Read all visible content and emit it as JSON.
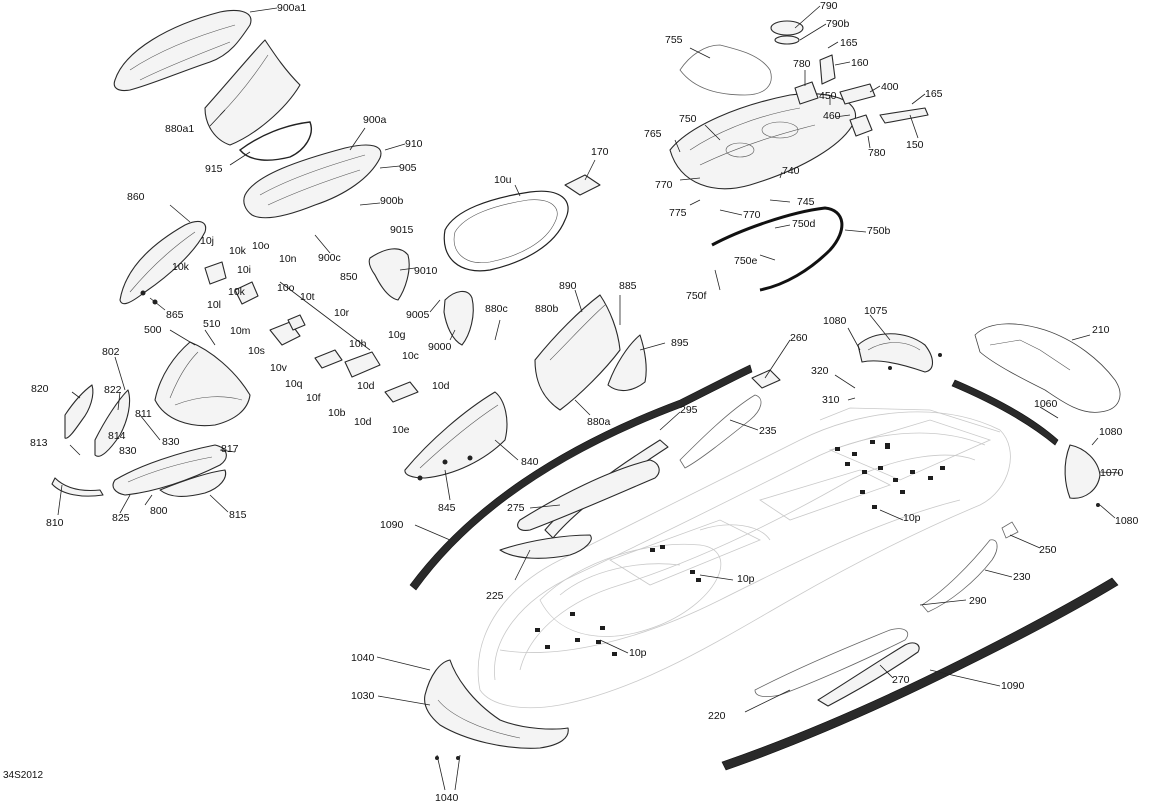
{
  "diagram_code": "34S2012",
  "labels": [
    {
      "id": "l-900a1",
      "text": "900a1"
    },
    {
      "id": "l-880a1",
      "text": "880a1"
    },
    {
      "id": "l-915",
      "text": "915"
    },
    {
      "id": "l-900a",
      "text": "900a"
    },
    {
      "id": "l-910",
      "text": "910"
    },
    {
      "id": "l-905",
      "text": "905"
    },
    {
      "id": "l-900b",
      "text": "900b"
    },
    {
      "id": "l-900c",
      "text": "900c"
    },
    {
      "id": "l-860",
      "text": "860"
    },
    {
      "id": "l-865",
      "text": "865"
    },
    {
      "id": "l-10j",
      "text": "10j"
    },
    {
      "id": "l-10k-a",
      "text": "10k"
    },
    {
      "id": "l-10k-b",
      "text": "10k"
    },
    {
      "id": "l-10k-c",
      "text": "10k"
    },
    {
      "id": "l-10i",
      "text": "10i"
    },
    {
      "id": "l-10l",
      "text": "10l"
    },
    {
      "id": "l-10o-a",
      "text": "10o"
    },
    {
      "id": "l-10n",
      "text": "10n"
    },
    {
      "id": "l-10o-b",
      "text": "10o"
    },
    {
      "id": "l-10m",
      "text": "10m"
    },
    {
      "id": "l-10t",
      "text": "10t"
    },
    {
      "id": "l-10s",
      "text": "10s"
    },
    {
      "id": "l-10r",
      "text": "10r"
    },
    {
      "id": "l-10v",
      "text": "10v"
    },
    {
      "id": "l-10q",
      "text": "10q"
    },
    {
      "id": "l-10h",
      "text": "10h"
    },
    {
      "id": "l-10g",
      "text": "10g"
    },
    {
      "id": "l-10c",
      "text": "10c"
    },
    {
      "id": "l-10f",
      "text": "10f"
    },
    {
      "id": "l-10d-a",
      "text": "10d"
    },
    {
      "id": "l-10d-b",
      "text": "10d"
    },
    {
      "id": "l-10b",
      "text": "10b"
    },
    {
      "id": "l-10d-c",
      "text": "10d"
    },
    {
      "id": "l-10e",
      "text": "10e"
    },
    {
      "id": "l-850",
      "text": "850"
    },
    {
      "id": "l-9015",
      "text": "9015"
    },
    {
      "id": "l-9010",
      "text": "9010"
    },
    {
      "id": "l-9005",
      "text": "9005"
    },
    {
      "id": "l-9000",
      "text": "9000"
    },
    {
      "id": "l-10u",
      "text": "10u"
    },
    {
      "id": "l-170",
      "text": "170"
    },
    {
      "id": "l-880c",
      "text": "880c"
    },
    {
      "id": "l-880b",
      "text": "880b"
    },
    {
      "id": "l-890",
      "text": "890"
    },
    {
      "id": "l-885",
      "text": "885"
    },
    {
      "id": "l-895",
      "text": "895"
    },
    {
      "id": "l-880a",
      "text": "880a"
    },
    {
      "id": "l-840",
      "text": "840"
    },
    {
      "id": "l-845",
      "text": "845"
    },
    {
      "id": "l-500",
      "text": "500"
    },
    {
      "id": "l-510",
      "text": "510"
    },
    {
      "id": "l-802",
      "text": "802"
    },
    {
      "id": "l-820",
      "text": "820"
    },
    {
      "id": "l-822",
      "text": "822"
    },
    {
      "id": "l-811",
      "text": "811"
    },
    {
      "id": "l-814",
      "text": "814"
    },
    {
      "id": "l-830-a",
      "text": "830"
    },
    {
      "id": "l-830-b",
      "text": "830"
    },
    {
      "id": "l-813",
      "text": "813"
    },
    {
      "id": "l-817",
      "text": "817"
    },
    {
      "id": "l-810",
      "text": "810"
    },
    {
      "id": "l-825",
      "text": "825"
    },
    {
      "id": "l-800",
      "text": "800"
    },
    {
      "id": "l-815",
      "text": "815"
    },
    {
      "id": "l-790",
      "text": "790"
    },
    {
      "id": "l-790b",
      "text": "790b"
    },
    {
      "id": "l-755",
      "text": "755"
    },
    {
      "id": "l-165-a",
      "text": "165"
    },
    {
      "id": "l-160",
      "text": "160"
    },
    {
      "id": "l-780-a",
      "text": "780"
    },
    {
      "id": "l-400",
      "text": "400"
    },
    {
      "id": "l-450",
      "text": "450"
    },
    {
      "id": "l-165-b",
      "text": "165"
    },
    {
      "id": "l-460",
      "text": "460"
    },
    {
      "id": "l-750",
      "text": "750"
    },
    {
      "id": "l-765",
      "text": "765"
    },
    {
      "id": "l-150",
      "text": "150"
    },
    {
      "id": "l-780-b",
      "text": "780"
    },
    {
      "id": "l-740",
      "text": "740"
    },
    {
      "id": "l-770-a",
      "text": "770"
    },
    {
      "id": "l-745",
      "text": "745"
    },
    {
      "id": "l-775",
      "text": "775"
    },
    {
      "id": "l-770-b",
      "text": "770"
    },
    {
      "id": "l-750d",
      "text": "750d"
    },
    {
      "id": "l-750b",
      "text": "750b"
    },
    {
      "id": "l-750e",
      "text": "750e"
    },
    {
      "id": "l-750f",
      "text": "750f"
    },
    {
      "id": "l-260",
      "text": "260"
    },
    {
      "id": "l-1080-a",
      "text": "1080"
    },
    {
      "id": "l-1075",
      "text": "1075"
    },
    {
      "id": "l-210",
      "text": "210"
    },
    {
      "id": "l-320",
      "text": "320"
    },
    {
      "id": "l-310",
      "text": "310"
    },
    {
      "id": "l-1060",
      "text": "1060"
    },
    {
      "id": "l-1080-b",
      "text": "1080"
    },
    {
      "id": "l-1070",
      "text": "1070"
    },
    {
      "id": "l-1080-c",
      "text": "1080"
    },
    {
      "id": "l-295",
      "text": "295"
    },
    {
      "id": "l-235",
      "text": "235"
    },
    {
      "id": "l-275",
      "text": "275"
    },
    {
      "id": "l-1090-a",
      "text": "1090"
    },
    {
      "id": "l-10p-a",
      "text": "10p"
    },
    {
      "id": "l-250",
      "text": "250"
    },
    {
      "id": "l-225",
      "text": "225"
    },
    {
      "id": "l-10p-b",
      "text": "10p"
    },
    {
      "id": "l-230",
      "text": "230"
    },
    {
      "id": "l-290",
      "text": "290"
    },
    {
      "id": "l-10p-c",
      "text": "10p"
    },
    {
      "id": "l-1040-a",
      "text": "1040"
    },
    {
      "id": "l-270",
      "text": "270"
    },
    {
      "id": "l-1090-b",
      "text": "1090"
    },
    {
      "id": "l-1030",
      "text": "1030"
    },
    {
      "id": "l-220",
      "text": "220"
    },
    {
      "id": "l-1040-b",
      "text": "1040"
    }
  ]
}
